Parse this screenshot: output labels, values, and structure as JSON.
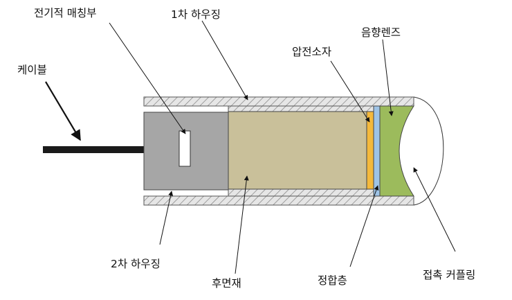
{
  "labels": {
    "electrical_matching": "전기적 매칭부",
    "primary_housing": "1차 하우징",
    "acoustic_lens": "음향렌즈",
    "piezo_element": "압전소자",
    "cable": "케이블",
    "secondary_housing": "2차 하우징",
    "backing": "후면재",
    "matching_layer": "정합층",
    "contact_coupling": "접촉 커플링"
  },
  "colors": {
    "housing_hatch": "#d9d9d9",
    "rear_block": "#a6a6a6",
    "backing_material": "#c9c09a",
    "piezo": "#f4b93c",
    "matching_layer": "#9ec3e6",
    "lens": "#9cbb5c",
    "cable": "#1a1a1a"
  }
}
